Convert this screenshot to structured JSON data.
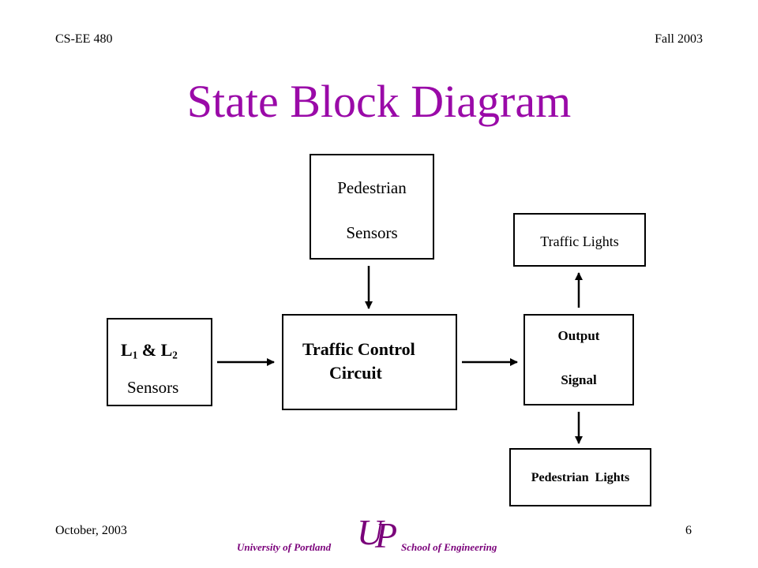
{
  "header": {
    "course": "CS-EE 480",
    "term": "Fall 2003"
  },
  "title": "State Block Diagram",
  "diagram": {
    "pedestrian_sensors": {
      "line1": "Pedestrian",
      "line2": "Sensors"
    },
    "lane_sensors": {
      "l": "L",
      "sub1": "1",
      "amp": " & L",
      "sub2": "2",
      "line2": "Sensors"
    },
    "controller": {
      "line1": "Traffic Control",
      "line2": "Circuit"
    },
    "output_signal": {
      "line1": "Output",
      "line2": "Signal"
    },
    "traffic_lights": {
      "label": "Traffic Lights"
    },
    "pedestrian_lights": {
      "label": "Pedestrian  Lights"
    }
  },
  "footer": {
    "date": "October, 2003",
    "page": "6",
    "logo_left": "University of Portland",
    "logo_right": "School of Engineering",
    "logo_letters": {
      "u": "U",
      "p": "P"
    }
  },
  "colors": {
    "title": "#9a0aa8",
    "logo": "#7a007a",
    "line": "#000000"
  }
}
